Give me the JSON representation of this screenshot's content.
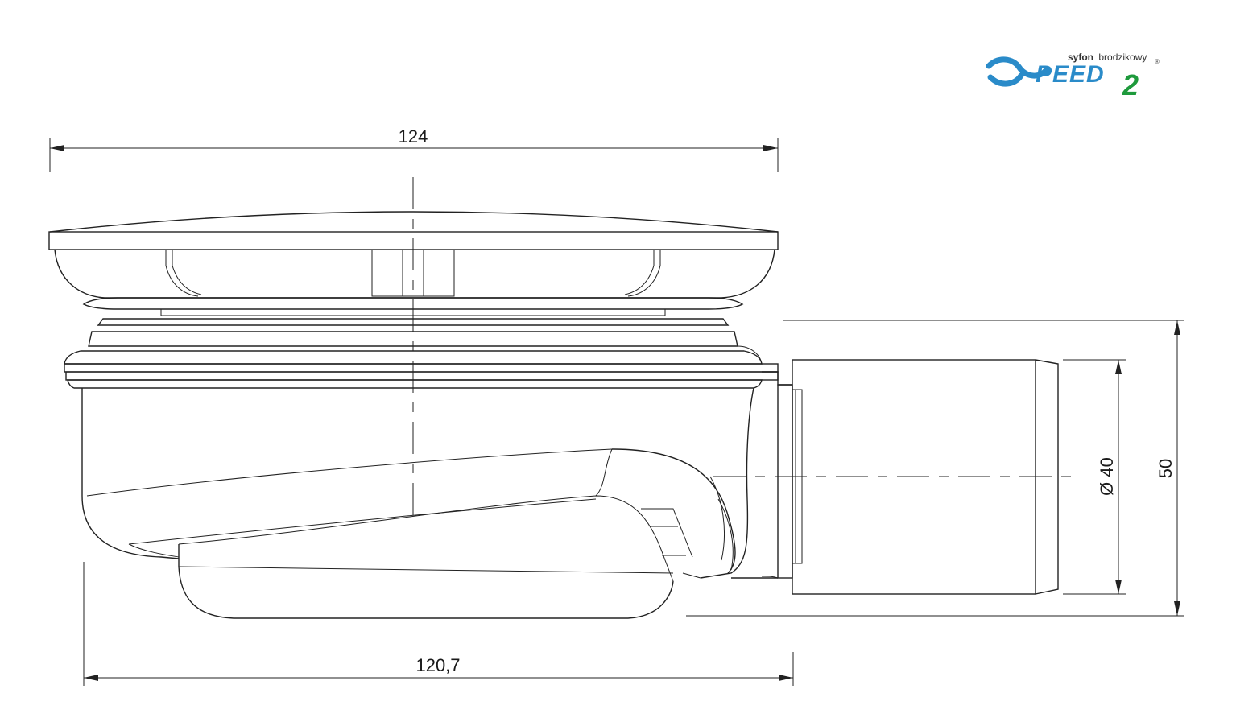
{
  "logo": {
    "subtitle_bold": "syfon",
    "subtitle_rest": "brodzikowy",
    "wordmark": "PEED",
    "superscript_number": "2",
    "registered": "®",
    "colors": {
      "wave": "#2a8bc9",
      "wordmark": "#2a8bc9",
      "number": "#1e9a3c"
    }
  },
  "dimensions": {
    "top_width": "124",
    "bottom_width": "120,7",
    "outlet_diameter": "Ø 40",
    "height": "50"
  }
}
